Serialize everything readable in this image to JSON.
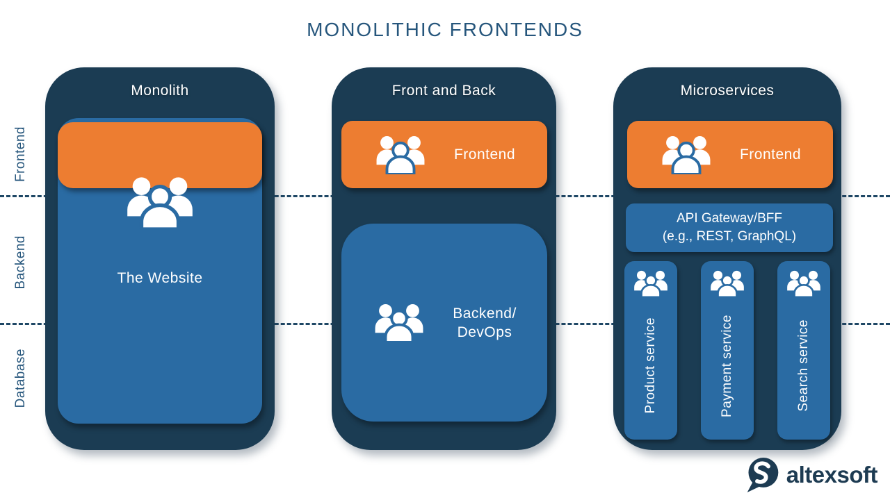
{
  "title": "MONOLITHIC FRONTENDS",
  "row_labels": [
    {
      "label": "Frontend"
    },
    {
      "label": "Backend"
    },
    {
      "label": "Database"
    }
  ],
  "columns": {
    "monolith": {
      "title": "Monolith",
      "block_label": "The Website"
    },
    "front_and_back": {
      "title": "Front and Back",
      "frontend_label": "Frontend",
      "backend_line1": "Backend/",
      "backend_line2": "DevOps"
    },
    "microservices": {
      "title": "Microservices",
      "frontend_label": "Frontend",
      "api_line1": "API Gateway/BFF",
      "api_line2": "(e.g., REST, GraphQL)",
      "services": [
        {
          "label": "Product service"
        },
        {
          "label": "Payment service"
        },
        {
          "label": "Search service"
        }
      ]
    }
  },
  "logo": {
    "text": "altexsoft"
  },
  "icons": {
    "team": "team-icon (three-person group, white)",
    "logo_mark": "altexsoft speech-bubble with white S swoosh"
  },
  "colors": {
    "navy": "#1B3C53",
    "blue": "#2A6BA3",
    "orange": "#ED7D31",
    "label_text": "#26567C",
    "divider": "#1E4765",
    "logo_navy": "#1D3B52",
    "block_text": "#FFFFFF",
    "background": "#FFFFFF"
  }
}
